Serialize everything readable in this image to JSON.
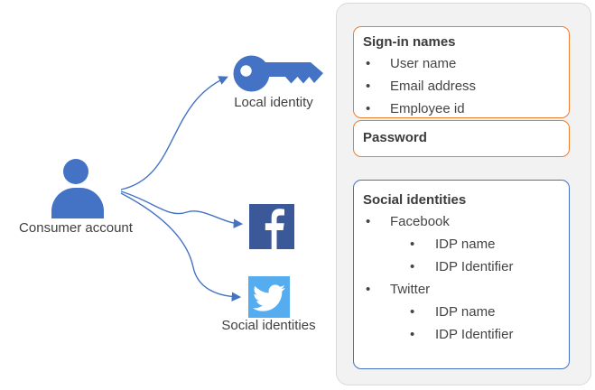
{
  "colors": {
    "accent_blue": "#4472C4",
    "orange_border": "#ED7D31",
    "facebook_blue": "#3B5998",
    "twitter_blue": "#55ACEE",
    "panel_bg": "#F2F2F2",
    "panel_border": "#D9D9D9",
    "text": "#404040"
  },
  "icons": {
    "person": "person-icon",
    "key": "key-icon",
    "facebook": "facebook-icon",
    "twitter": "twitter-icon"
  },
  "labels": {
    "consumer_account": "Consumer account",
    "local_identity": "Local identity",
    "social_identities": "Social identities"
  },
  "panel": {
    "signin_box": {
      "title": "Sign-in names",
      "items": [
        "User name",
        "Email address",
        "Employee id"
      ]
    },
    "password_box": {
      "title": "Password"
    },
    "social_box": {
      "title": "Social identities",
      "items": [
        {
          "label": "Facebook",
          "children": [
            "IDP name",
            "IDP Identifier"
          ]
        },
        {
          "label": "Twitter",
          "children": [
            "IDP name",
            "IDP Identifier"
          ]
        }
      ]
    }
  }
}
